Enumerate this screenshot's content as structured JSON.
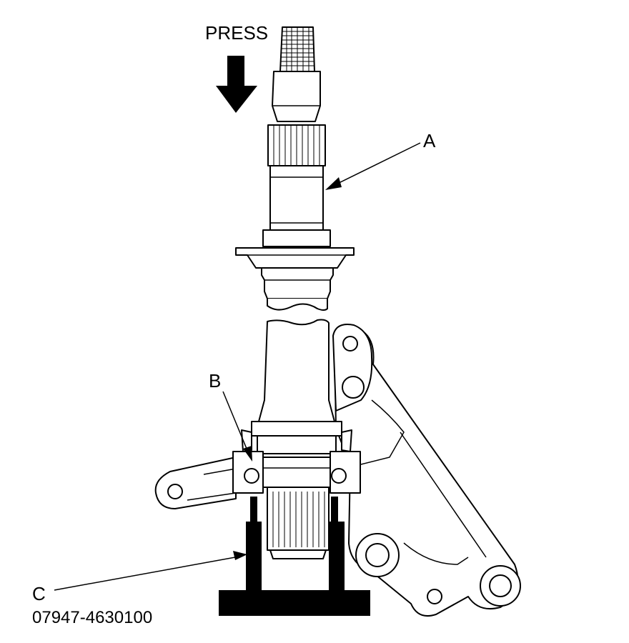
{
  "figure": {
    "press_label": "PRESS",
    "labels": {
      "a": "A",
      "b": "B",
      "c": "C"
    },
    "tool_part_number": "07947-4630100"
  },
  "icons": {
    "press_arrow": "down-arrow-icon"
  }
}
